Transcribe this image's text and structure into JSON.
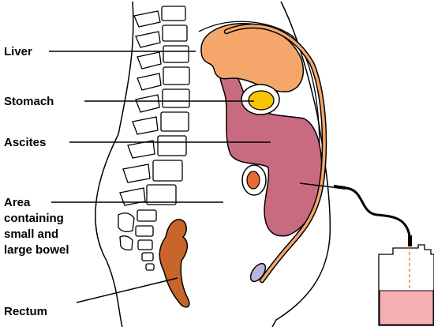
{
  "labels": {
    "liver": "Liver",
    "stomach": "Stomach",
    "ascites": "Ascites",
    "bowel_area": [
      "Area",
      "containing",
      "small and",
      "large bowel"
    ],
    "rectum": "Rectum"
  },
  "colors": {
    "liver": "#f5a76b",
    "stomach": "#f7c600",
    "ascites": "#c96b80",
    "rectum": "#c8652b",
    "kidney": "#e86a2d",
    "drain_tube": "#f5a76b",
    "catheter_tip": "#b9b4dc",
    "bag_fluid": "#f6b0b4",
    "outline": "#000000"
  }
}
